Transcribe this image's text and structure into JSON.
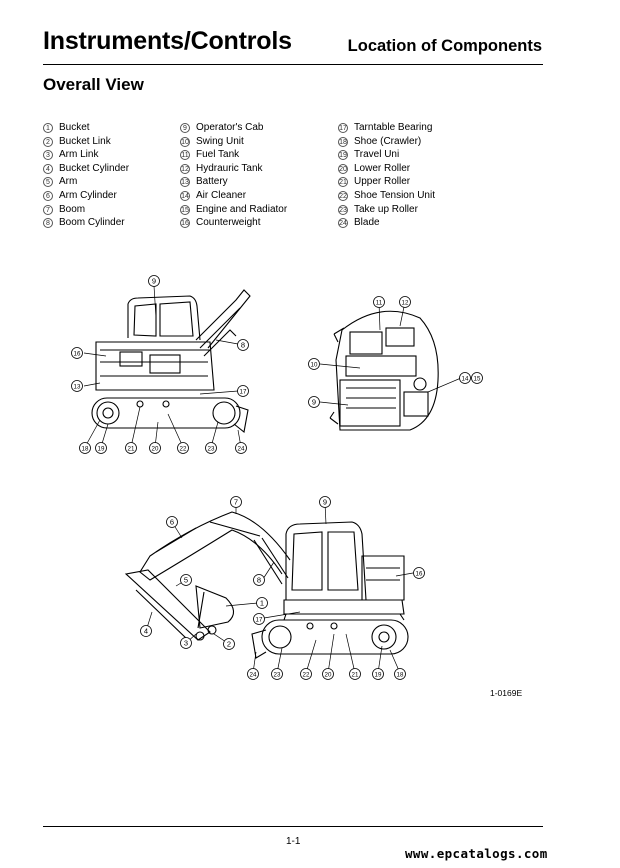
{
  "header": {
    "title": "Instruments/Controls",
    "subtitle": "Location of Components"
  },
  "section_title": "Overall View",
  "legend": {
    "col1": [
      {
        "num": "1",
        "label": "Bucket"
      },
      {
        "num": "2",
        "label": "Bucket Link"
      },
      {
        "num": "3",
        "label": "Arm Link"
      },
      {
        "num": "4",
        "label": "Bucket Cylinder"
      },
      {
        "num": "5",
        "label": "Arm"
      },
      {
        "num": "6",
        "label": "Arm Cylinder"
      },
      {
        "num": "7",
        "label": "Boom"
      },
      {
        "num": "8",
        "label": "Boom Cylinder"
      }
    ],
    "col2": [
      {
        "num": "9",
        "label": "Operator's Cab"
      },
      {
        "num": "10",
        "label": "Swing Unit"
      },
      {
        "num": "11",
        "label": "Fuel Tank"
      },
      {
        "num": "12",
        "label": "Hydrauric Tank"
      },
      {
        "num": "13",
        "label": "Battery"
      },
      {
        "num": "14",
        "label": "Air Cleaner"
      },
      {
        "num": "15",
        "label": "Engine and Radiator"
      },
      {
        "num": "16",
        "label": "Counterweight"
      }
    ],
    "col3": [
      {
        "num": "17",
        "label": "Tarntable Bearing"
      },
      {
        "num": "18",
        "label": "Shoe (Crawler)"
      },
      {
        "num": "19",
        "label": "Travel Uni"
      },
      {
        "num": "20",
        "label": "Lower Roller"
      },
      {
        "num": "21",
        "label": "Upper Roller"
      },
      {
        "num": "22",
        "label": "Shoe Tension Unit"
      },
      {
        "num": "23",
        "label": "Take up Roller"
      },
      {
        "num": "24",
        "label": "Blade"
      }
    ]
  },
  "callouts": {
    "top_left": [
      "9",
      "8",
      "16",
      "13",
      "17",
      "18",
      "19",
      "21",
      "20",
      "22",
      "23",
      "24"
    ],
    "top_right": [
      "11",
      "12",
      "10",
      "14",
      "15",
      "9"
    ],
    "bottom": [
      "7",
      "9",
      "6",
      "5",
      "8",
      "16",
      "1",
      "17",
      "4",
      "3",
      "2",
      "24",
      "23",
      "22",
      "20",
      "21",
      "19",
      "18"
    ]
  },
  "figure_code": "1-0169E",
  "page_number": "1-1",
  "watermark": "www.epcatalogs.com"
}
